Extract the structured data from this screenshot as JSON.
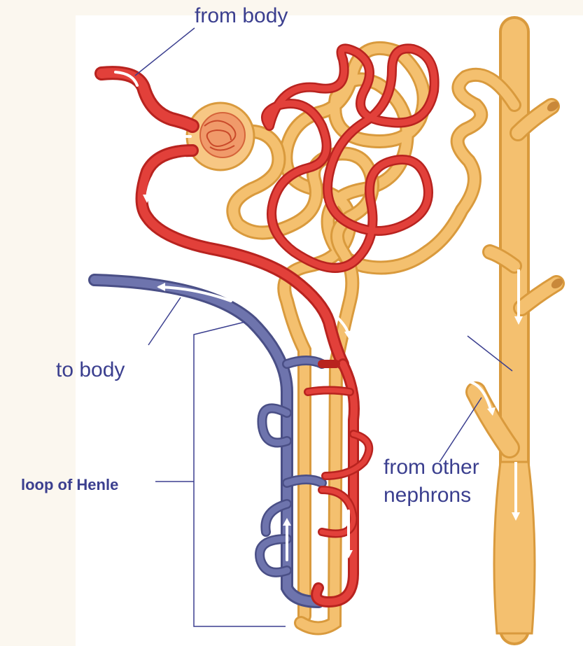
{
  "labels": {
    "from_body": "from body",
    "to_body": "to body",
    "loop_of_henle": "loop of Henle",
    "from_other_line1": "from other",
    "from_other_line2": "nephrons"
  },
  "colors": {
    "artery": "#e2403a",
    "artery_dark": "#b8231f",
    "vein": "#6e74ad",
    "vein_dark": "#4a4f86",
    "tubule": "#f4c06f",
    "tubule_dark": "#d99a3d",
    "pointer_line": "#3b3f8f",
    "arrow": "#ffffff",
    "background": "#fbf7ef"
  }
}
